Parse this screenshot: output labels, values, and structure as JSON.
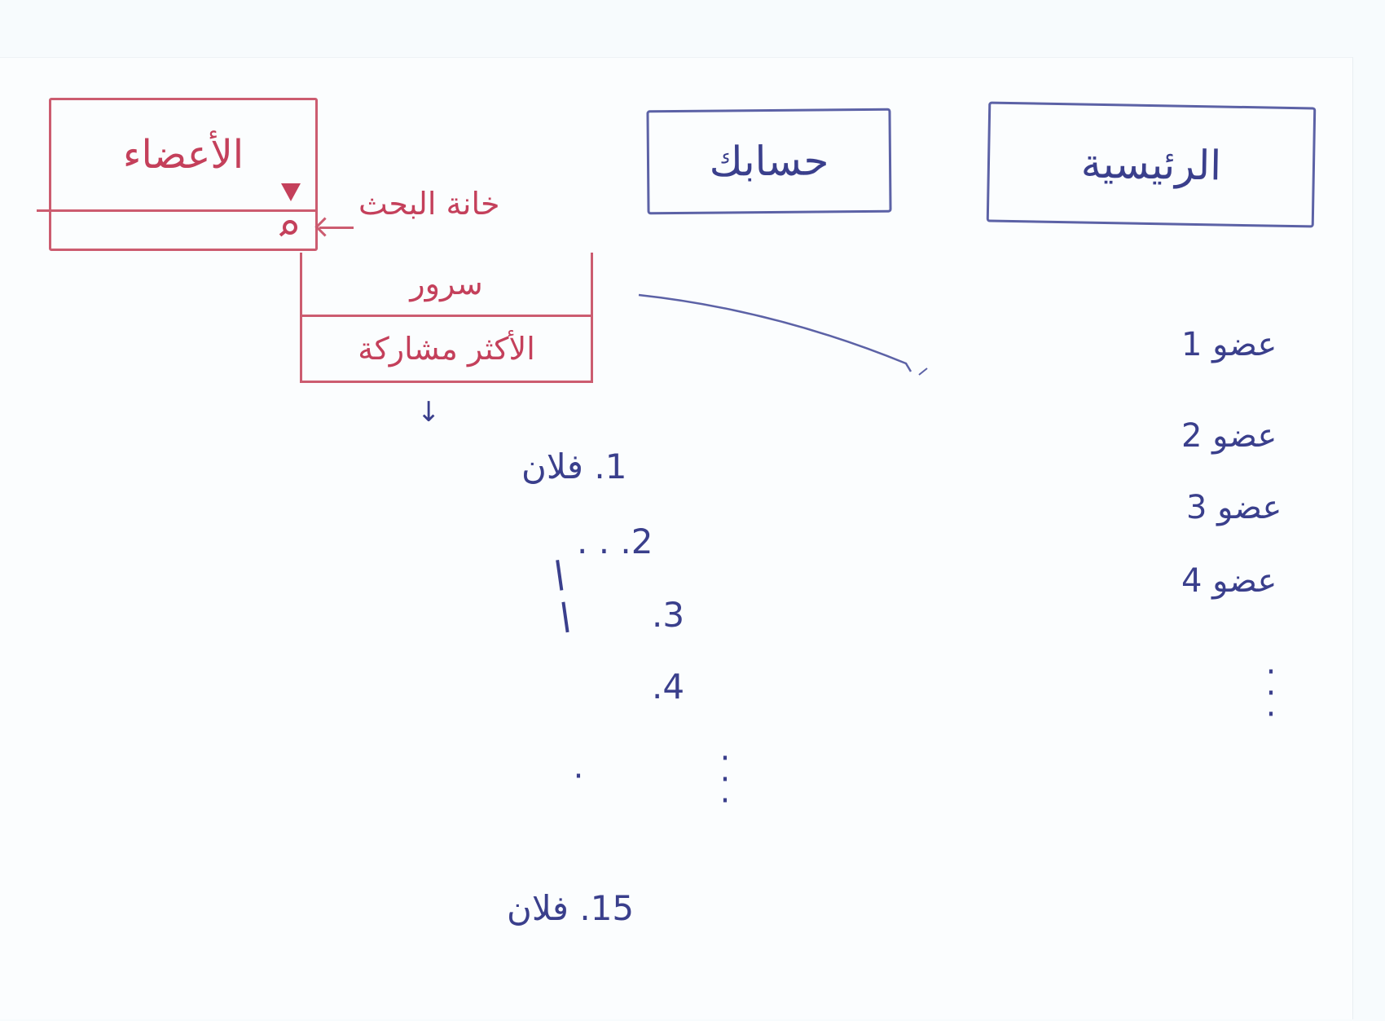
{
  "nav": {
    "home_label": "الرئيسية",
    "account_label": "حسابك",
    "members_label": "الأعضاء"
  },
  "search": {
    "annotation": "خانة البحث"
  },
  "dropdown_menu": {
    "item_1": "سرور",
    "item_2": "الأكثر مشاركة"
  },
  "ranked_list": {
    "item_1": "1. فلان",
    "item_2": "2. . .",
    "item_3": "3.",
    "item_4": "4.",
    "item_last": "15. فلان"
  },
  "members_list": {
    "items": [
      "عضو 1",
      "عضو 2",
      "عضو 3",
      "عضو 4"
    ]
  },
  "colors": {
    "red_ink": "#c4405b",
    "blue_ink": "#3a3f8c"
  }
}
